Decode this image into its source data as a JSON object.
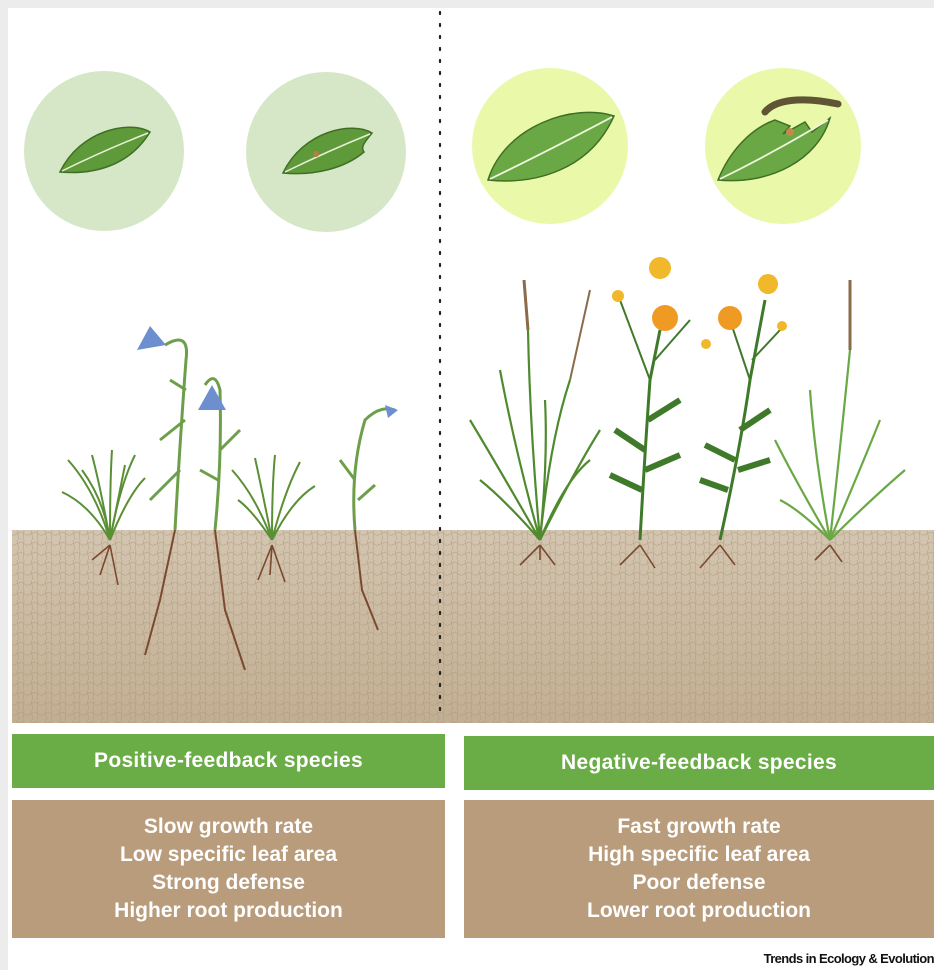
{
  "left": {
    "banner": "Positive-feedback species",
    "traits": [
      "Slow growth rate",
      "Low specific leaf area",
      "Strong defense",
      "Higher root production"
    ]
  },
  "right": {
    "banner": "Negative-feedback species",
    "traits": [
      "Fast growth rate",
      "High specific leaf area",
      "Poor defense",
      "Lower root production"
    ]
  },
  "credit": "Trends in Ecology & Evolution",
  "colors": {
    "banner": "#6aac46",
    "traits_box": "#b89c7c",
    "soil": "#cbbca7",
    "circle_left": "#d5e7c6",
    "circle_right": "#e9f8a9"
  }
}
